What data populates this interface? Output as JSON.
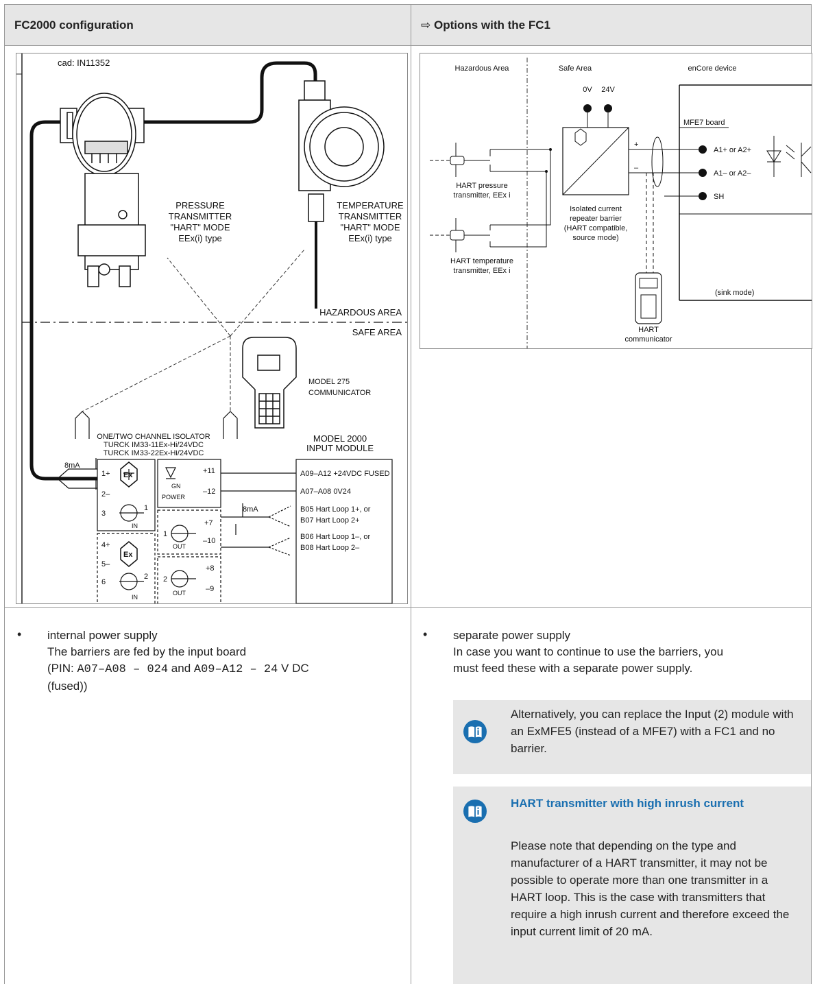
{
  "header": {
    "left_title": "FC2000 configuration",
    "right_arrow": "⇨",
    "right_title": "Options with the FC1"
  },
  "left_figure": {
    "cad_ref": "cad: IN11352",
    "pressure": [
      "PRESSURE",
      "TRANSMITTER",
      "\"HART\" MODE",
      "EEx(i) type"
    ],
    "temperature": [
      "TEMPERATURE",
      "TRANSMITTER",
      "\"HART\" MODE",
      "EEx(i) type"
    ],
    "hazardous": "HAZARDOUS AREA",
    "safe": "SAFE AREA",
    "communicator": [
      "MODEL 275",
      "COMMUNICATOR"
    ],
    "isolator": [
      "ONE/TWO CHANNEL ISOLATOR",
      "TURCK IM33-11Ex-Hi/24VDC",
      "TURCK IM33-22Ex-Hi/24VDC"
    ],
    "input_module": [
      "MODEL 2000",
      "INPUT MODULE"
    ],
    "current1": "8mA",
    "current2": "8mA",
    "iso_terms": [
      "1+",
      "2–",
      "3",
      "4+",
      "5–",
      "6"
    ],
    "power_label": "POWER",
    "gn": "GN",
    "in_label": "IN",
    "out_label": "OUT",
    "out_terms": [
      "+11",
      "–12",
      "+7",
      "–10",
      "+8",
      "–9"
    ],
    "ch": [
      "1",
      "1",
      "2",
      "2"
    ],
    "module_lines": [
      "A09–A12 +24VDC FUSED",
      "A07–A08 0V24",
      "B05 Hart Loop 1+, or",
      "B07 Hart Loop 2+",
      "B06 Hart Loop 1–, or",
      "B08 Hart Loop 2–"
    ]
  },
  "right_figure": {
    "hazardous": "Hazardous Area",
    "safe": "Safe Area",
    "encore": "enCore device",
    "v0": "0V",
    "v24": "24V",
    "mfe7": "MFE7 board",
    "plus": "+",
    "minus": "–",
    "a1p": "A1+ or A2+",
    "a1m": "A1– or A2–",
    "sh": "SH",
    "pressure": [
      "HART pressure",
      "transmitter, EEx i"
    ],
    "barrier": [
      "Isolated current",
      "repeater barrier",
      "(HART compatible,",
      "source mode)"
    ],
    "temperature": [
      "HART temperature",
      "transmitter, EEx i"
    ],
    "sink": "(sink mode)",
    "communicator": [
      "HART",
      "communicator"
    ]
  },
  "left_text": {
    "bullet": "•",
    "line1": "internal power supply",
    "line2": "The barriers are fed by the input board",
    "p_open": "(PIN: ",
    "pin1": "A07–A08 – 024",
    "and": " and ",
    "pin2": "A09–A12 – 24",
    "p_mid": " V DC",
    "line4": "(fused))"
  },
  "right_text": {
    "bullet": "•",
    "line1": "separate power supply",
    "line2": "In case you want to continue to use the barriers, you",
    "line3": "must feed these with a separate power supply."
  },
  "note1": {
    "icon": "manual-icon",
    "text": "Alternatively, you can replace the Input (2) module with an ExMFE5 (instead of a MFE7) with a FC1 and no barrier."
  },
  "note2": {
    "icon": "manual-icon",
    "heading": "HART transmitter with high inrush current",
    "body": "Please note that depending on the type and manufacturer of a HART transmitter, it may not be possible to operate more than one transmitter in a HART loop. This is the case with transmitters that require a high inrush current and therefore exceed the input current limit of 20 mA.",
    "heading_color": "#1a6fb0",
    "icon_color": "#1a6fb0"
  }
}
